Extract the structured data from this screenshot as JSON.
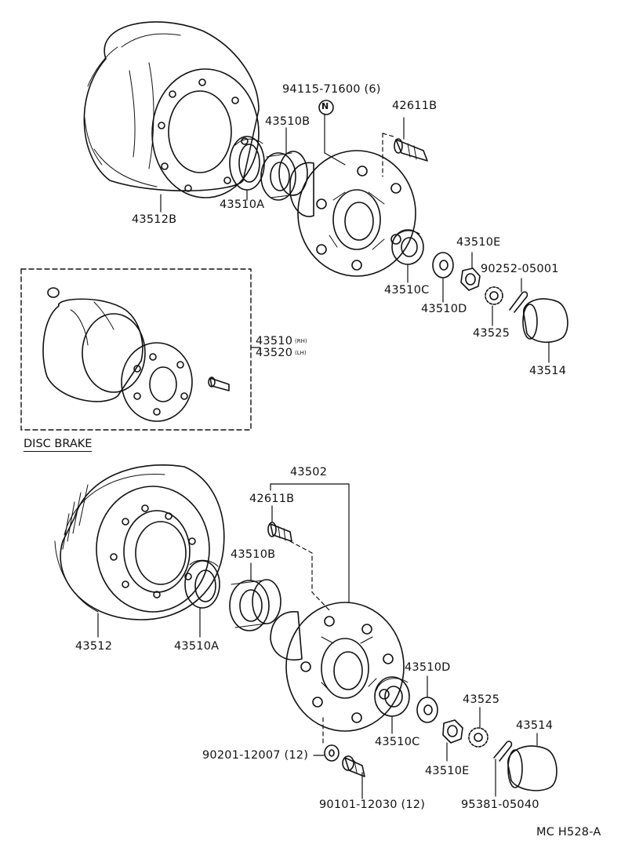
{
  "diagram": {
    "section_label": "DISC BRAKE",
    "figure_code": "MC H528-A",
    "drum_brake": {
      "drum": "43512B",
      "oil_seal": "43510A",
      "inner_bearing": "43510B",
      "hub_bolt": "94115-71600 (6)",
      "hub_bolt_marker": "N",
      "stud": "42611B",
      "outer_bearing": "43510C",
      "washer": "43510D",
      "nut": "43510E",
      "cotter_pin": "90252-05001",
      "nut_lock": "43525",
      "grease_cap": "43514"
    },
    "hub_assembly": {
      "part_rh": "43510",
      "part_rh_tag": "(RH)",
      "part_lh": "43520",
      "part_lh_tag": "(LH)"
    },
    "disc_brake": {
      "hub_assy": "43502",
      "stud": "42611B",
      "inner_bearing": "43510B",
      "disc": "43512",
      "oil_seal": "43510A",
      "washer": "43510D",
      "outer_bearing": "43510C",
      "nut_lock": "43525",
      "grease_cap": "43514",
      "lock_washer": "90201-12007 (12)",
      "bolt": "90101-12030 (12)",
      "nut": "43510E",
      "cotter_pin": "95381-05040"
    }
  }
}
